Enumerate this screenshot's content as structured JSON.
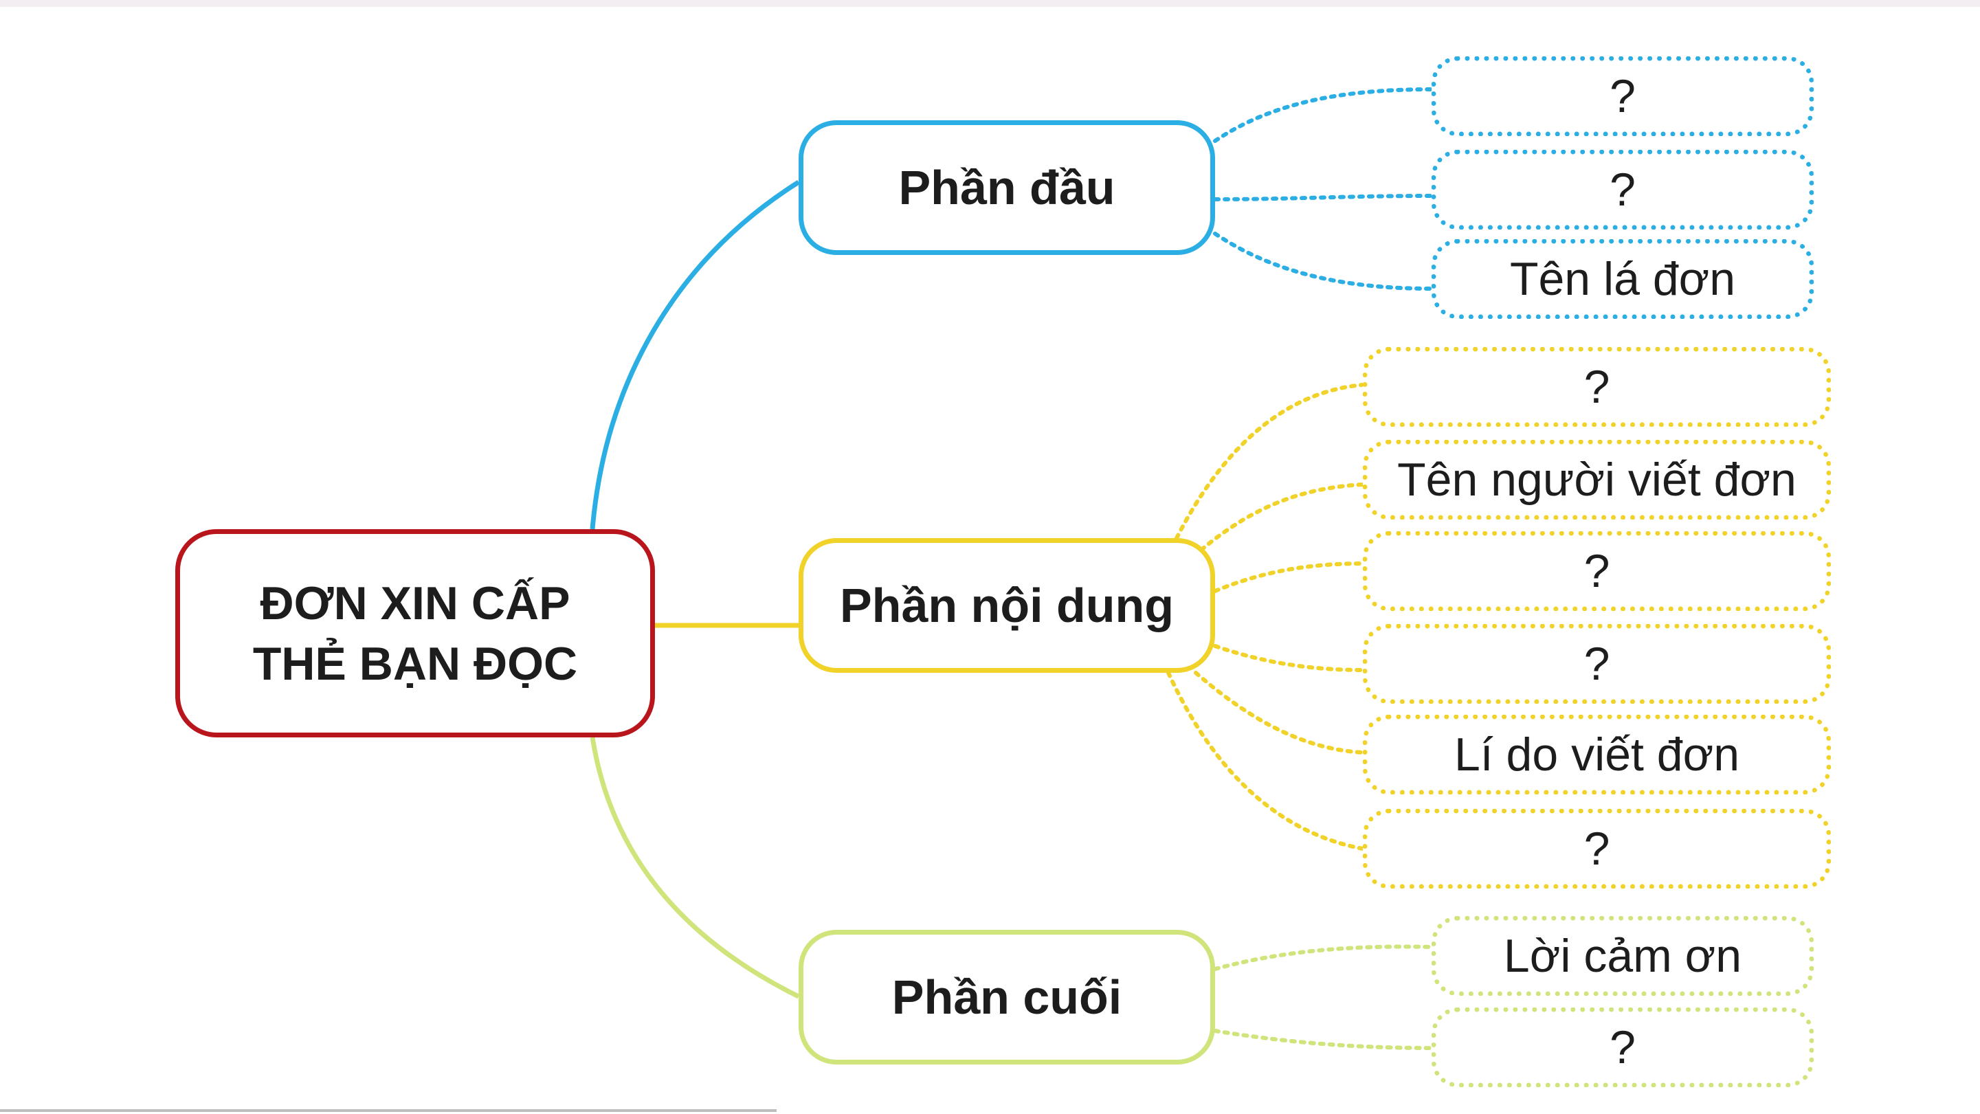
{
  "diagram": {
    "root": {
      "lines": [
        "ĐƠN XIN CẤP",
        "THẺ BẠN ĐỌC"
      ],
      "color": "#b8161c"
    },
    "branches": [
      {
        "label": "Phần đầu",
        "color": "#2aaee4",
        "items": [
          "?",
          "?",
          "Tên lá đơn"
        ]
      },
      {
        "label": "Phần nội dung",
        "color": "#f0d228",
        "items": [
          "?",
          "Tên người viết đơn",
          "?",
          "?",
          "Lí do viết đơn",
          "?"
        ]
      },
      {
        "label": "Phần cuối",
        "color": "#cfe47a",
        "items": [
          "Lời cảm ơn",
          "?"
        ]
      }
    ]
  }
}
